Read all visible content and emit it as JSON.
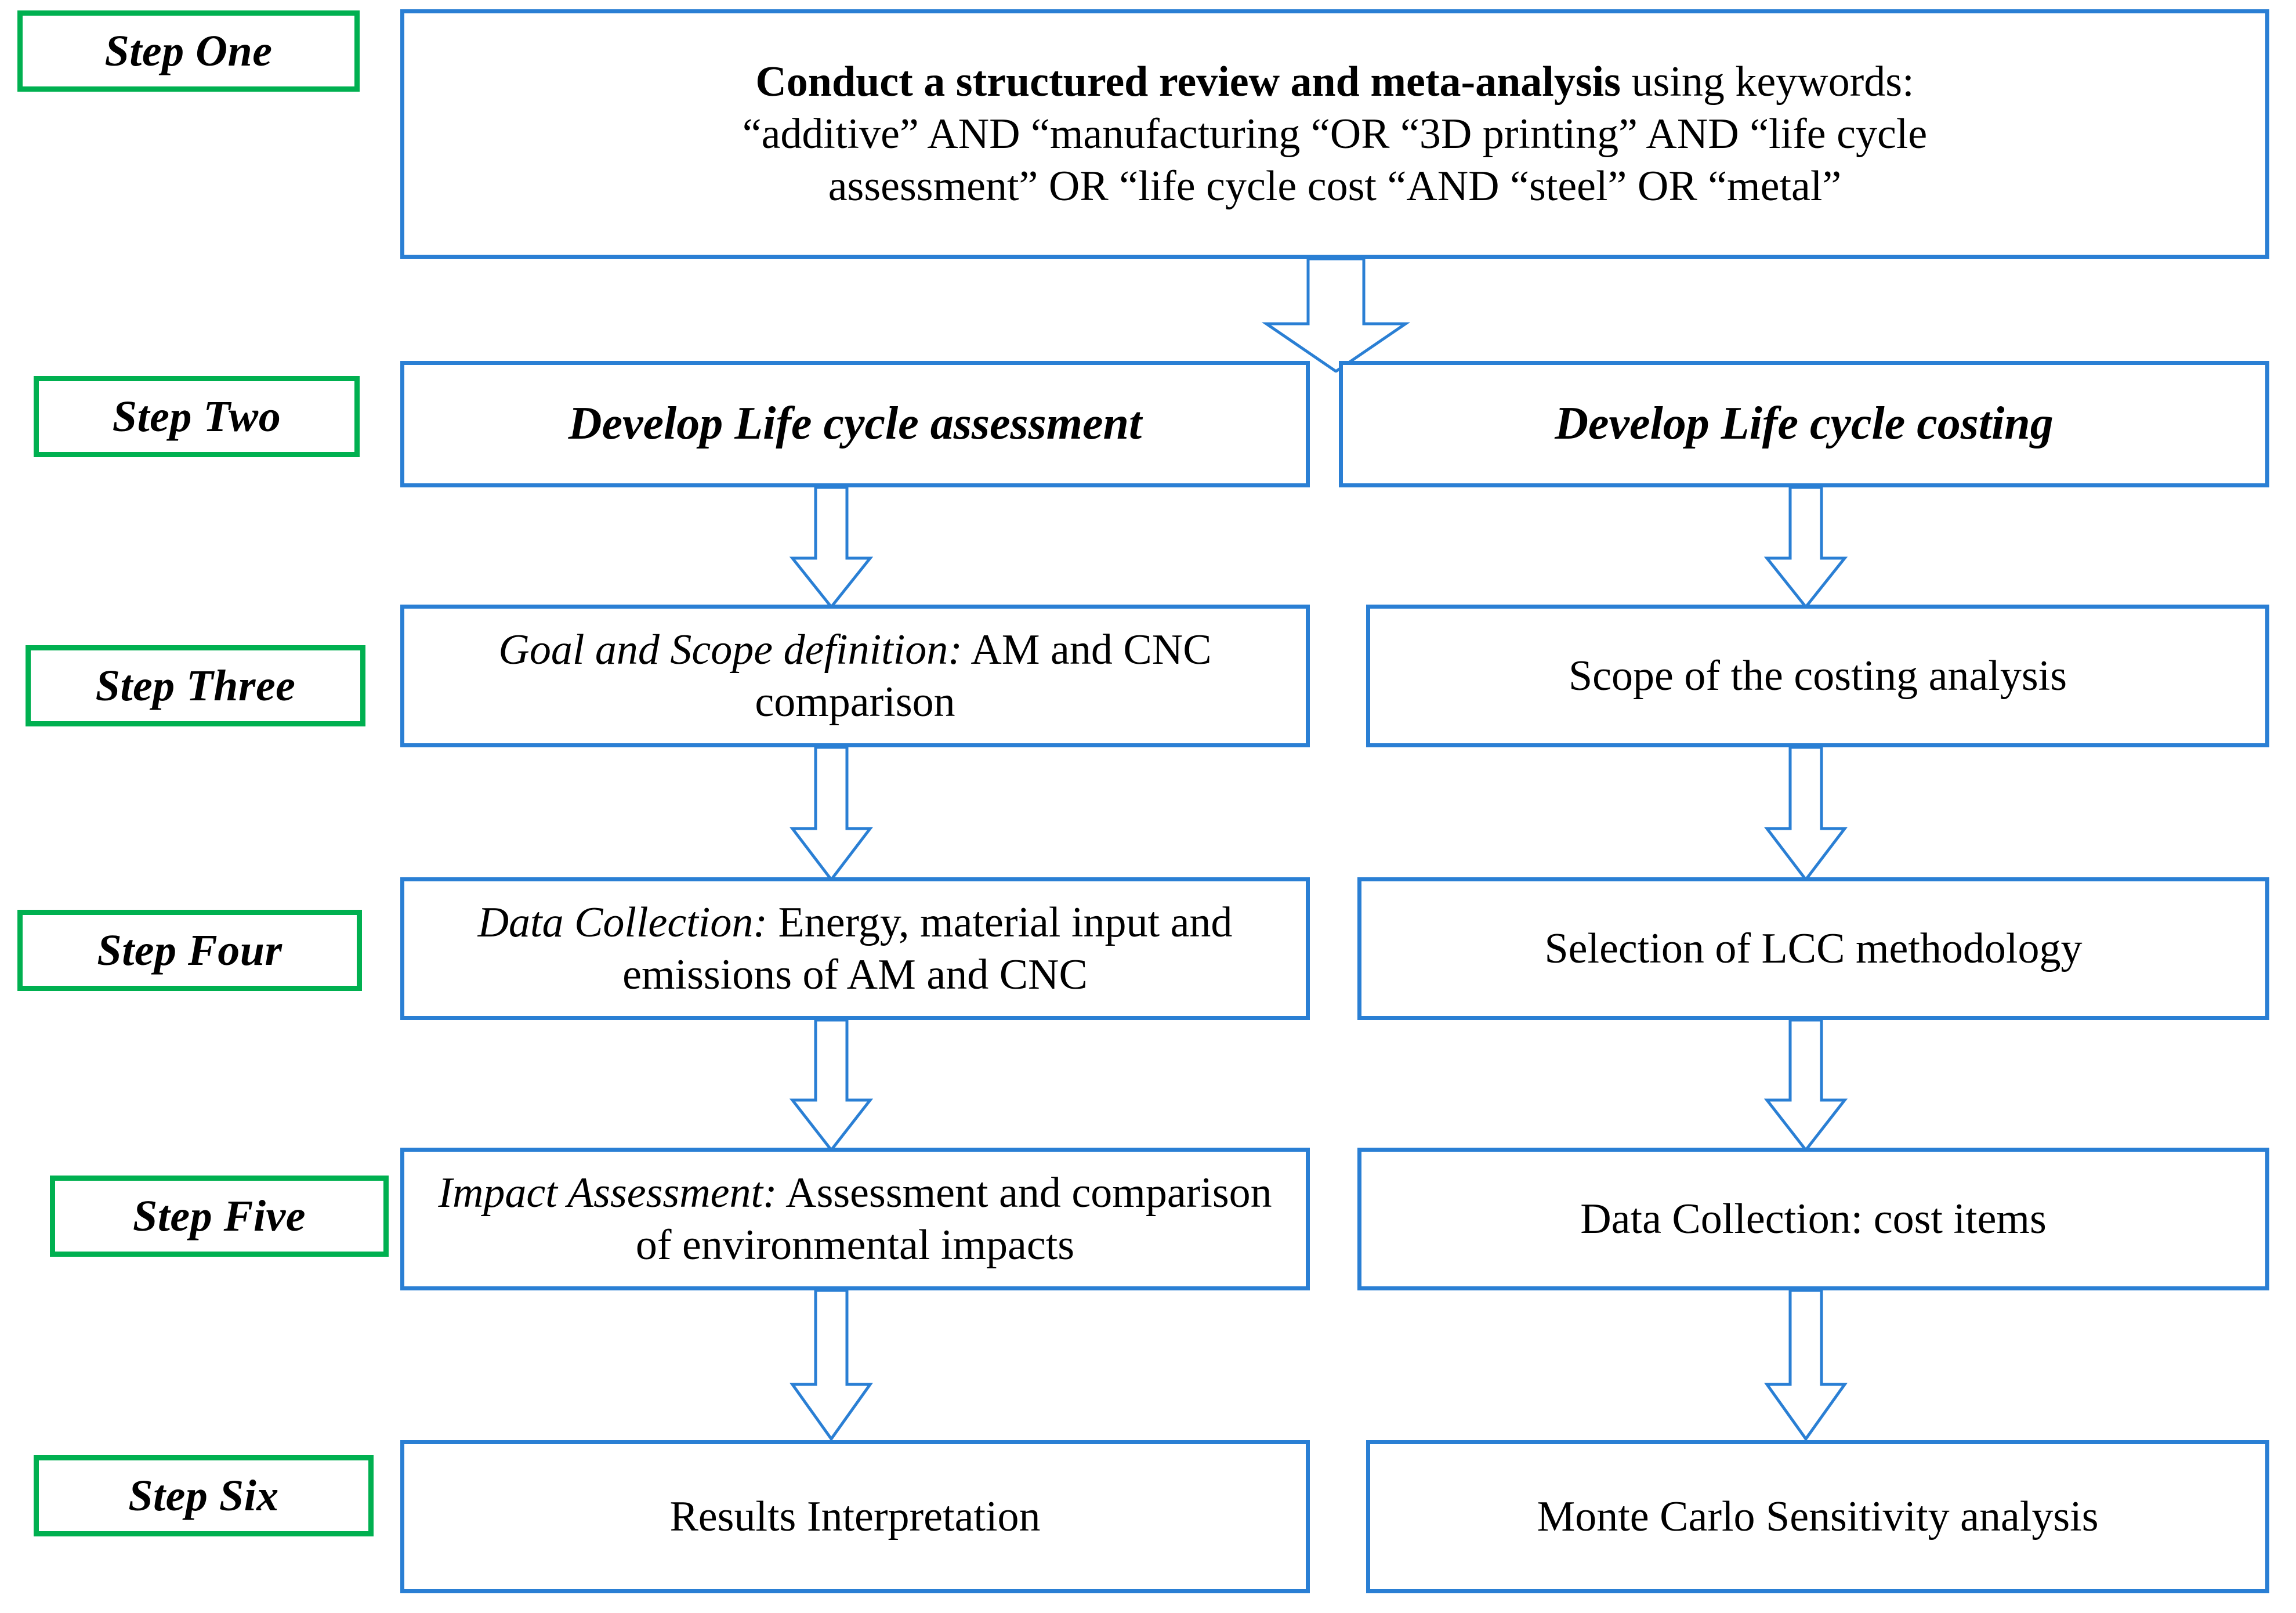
{
  "diagram": {
    "title": "LCA and LCC methodology flowchart",
    "colors": {
      "step_label_border": "#00b050",
      "node_border": "#2a7fd4",
      "arrow_stroke": "#2a7fd4",
      "background": "#ffffff",
      "text": "#000000"
    },
    "step_labels": [
      {
        "id": "step-one",
        "text": "Step One"
      },
      {
        "id": "step-two",
        "text": "Step Two"
      },
      {
        "id": "step-three",
        "text": "Step Three"
      },
      {
        "id": "step-four",
        "text": "Step Four"
      },
      {
        "id": "step-five",
        "text": "Step Five"
      },
      {
        "id": "step-six",
        "text": "Step Six"
      }
    ],
    "step_one": {
      "line1_bold": "Conduct a structured review and meta-analysis",
      "line1_rest": " using keywords:",
      "line2": "“additive” AND “manufacturing “OR “3D printing” AND “life cycle",
      "line3": "assessment” OR “life cycle cost “AND “steel” OR “metal”"
    },
    "columns": {
      "left": {
        "name": "Life cycle assessment column",
        "header": "Develop Life cycle assessment",
        "rows": [
          {
            "id": "lca-goal-scope",
            "emphasis": "Goal and Scope definition:",
            "rest": " AM and CNC comparison"
          },
          {
            "id": "lca-data",
            "emphasis": "Data Collection:",
            "rest": " Energy, material input and emissions of AM and CNC"
          },
          {
            "id": "lca-impact",
            "emphasis": "Impact Assessment:",
            "rest": " Assessment and comparison of environmental impacts"
          },
          {
            "id": "lca-results",
            "emphasis": "",
            "rest": "Results Interpretation"
          }
        ]
      },
      "right": {
        "name": "Life cycle costing column",
        "header": "Develop Life cycle costing",
        "rows": [
          {
            "id": "lcc-scope",
            "emphasis": "",
            "rest": "Scope of the costing analysis"
          },
          {
            "id": "lcc-method",
            "emphasis": "",
            "rest": "Selection  of LCC methodology"
          },
          {
            "id": "lcc-data",
            "emphasis": "",
            "rest": "Data Collection:  cost items"
          },
          {
            "id": "lcc-monte",
            "emphasis": "",
            "rest": "Monte Carlo Sensitivity  analysis"
          }
        ]
      }
    },
    "connectors": [
      {
        "id": "arrow-step1-to-step2",
        "from": "step-one-box",
        "to": "step-two-row",
        "direction": "down"
      },
      {
        "id": "arrow-lca-header-to-goal",
        "from": "lca-header",
        "to": "lca-goal-scope",
        "direction": "down"
      },
      {
        "id": "arrow-lca-goal-to-data",
        "from": "lca-goal-scope",
        "to": "lca-data",
        "direction": "down"
      },
      {
        "id": "arrow-lca-data-to-impact",
        "from": "lca-data",
        "to": "lca-impact",
        "direction": "down"
      },
      {
        "id": "arrow-lca-impact-to-results",
        "from": "lca-impact",
        "to": "lca-results",
        "direction": "down"
      },
      {
        "id": "arrow-lcc-header-to-scope",
        "from": "lcc-header",
        "to": "lcc-scope",
        "direction": "down"
      },
      {
        "id": "arrow-lcc-scope-to-method",
        "from": "lcc-scope",
        "to": "lcc-method",
        "direction": "down"
      },
      {
        "id": "arrow-lcc-method-to-data",
        "from": "lcc-method",
        "to": "lcc-data",
        "direction": "down"
      },
      {
        "id": "arrow-lcc-data-to-monte",
        "from": "lcc-data",
        "to": "lcc-monte",
        "direction": "down"
      }
    ]
  }
}
